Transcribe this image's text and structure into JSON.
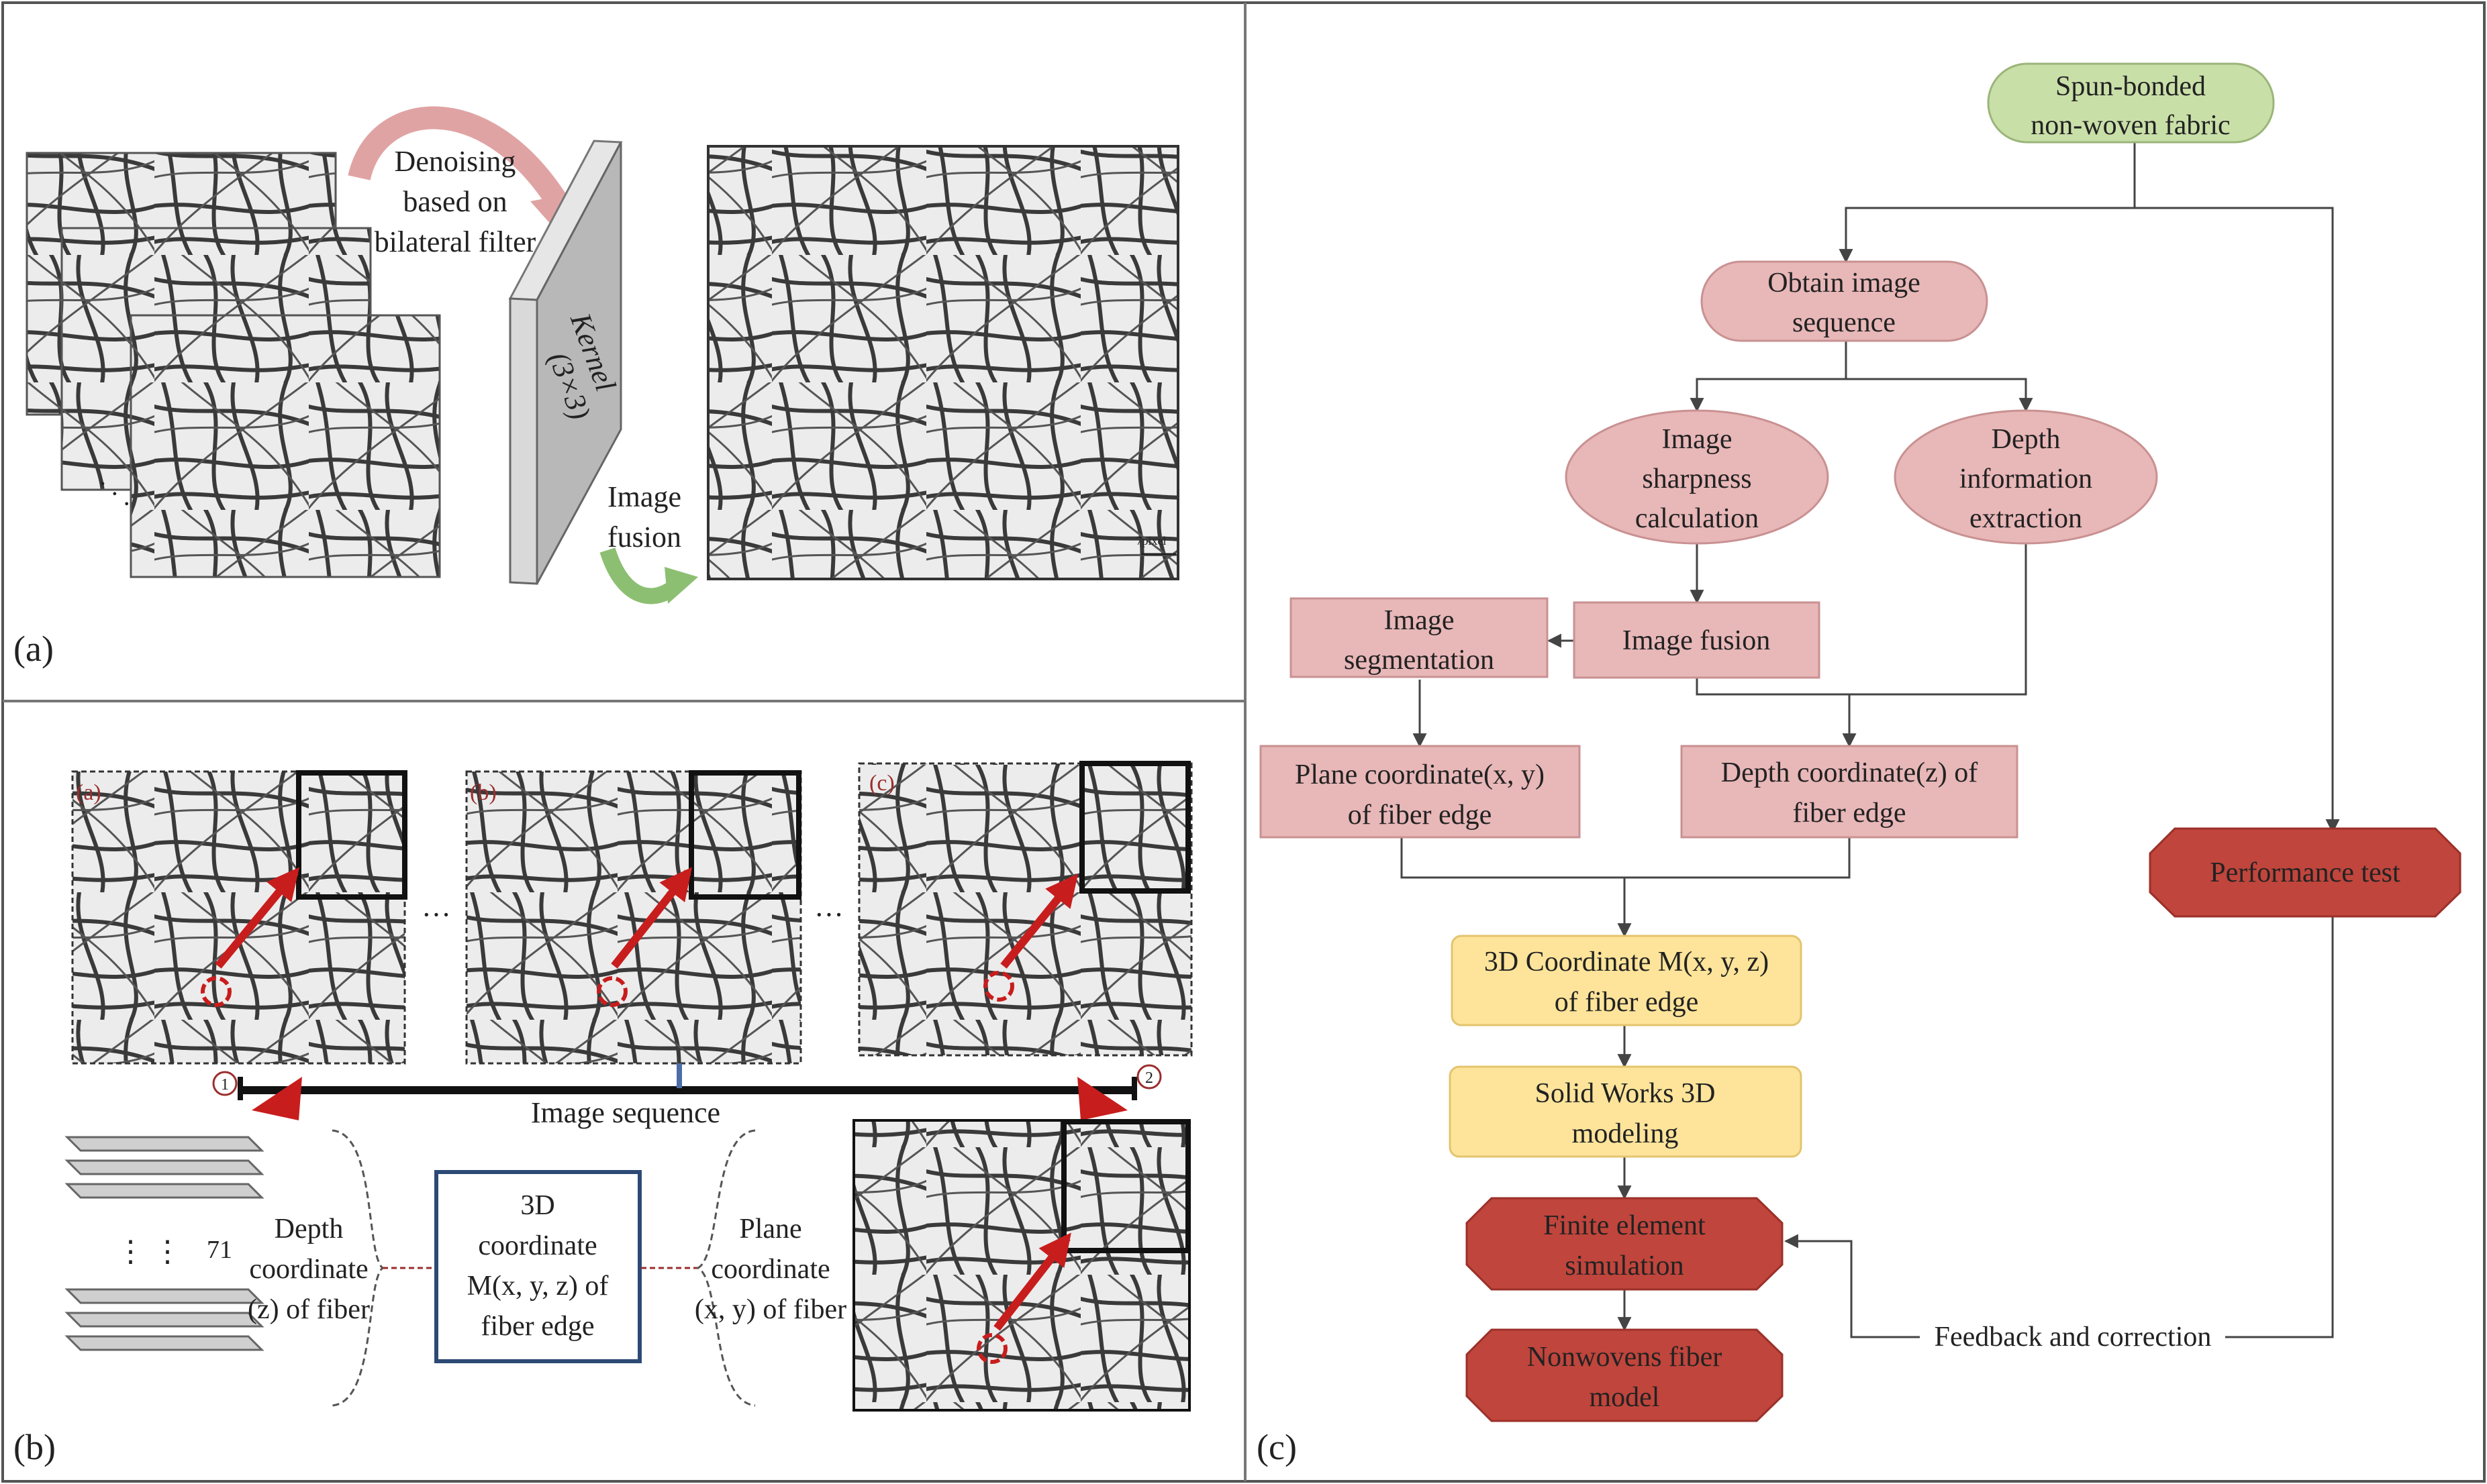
{
  "colors": {
    "green_fill": "#c9dfa8",
    "pink_fill": "#e8b7b8",
    "yellow_fill": "#fde49a",
    "red_fill": "#c0453c",
    "blue_border": "#2c4a74",
    "arrow_red": "#c81d1d",
    "pink_arrow": "#e0a3a3",
    "green_arrow": "#8cbf72"
  },
  "panels": {
    "a_label": "(a)",
    "b_label": "(b)",
    "c_label": "(c)"
  },
  "panel_a": {
    "denoise_line1": "Denoising",
    "denoise_line2": "based on",
    "denoise_line3": "bilateral filter",
    "kernel_line1": "Kernel",
    "kernel_line2": "(3×3)",
    "fusion_line1": "Image",
    "fusion_line2": "fusion",
    "ellipsis": "· · ·",
    "scalebar_text": "7pixel"
  },
  "panel_b": {
    "sub_a": "(a)",
    "sub_b": "(b)",
    "sub_c": "(c)",
    "ellipsis": "···",
    "sequence_label": "Image sequence",
    "marker_1": "1",
    "marker_2": "2",
    "depth_line1": "Depth",
    "depth_line2": "coordinate",
    "depth_line3": "(z) of fiber",
    "stack_count": "71",
    "box_line1": "3D",
    "box_line2": "coordinate",
    "box_line3": "M(x, y, z) of",
    "box_line4": "fiber edge",
    "plane_line1": "Plane",
    "plane_line2": "coordinate",
    "plane_line3": "(x, y) of fiber"
  },
  "flowchart": {
    "spun_line1": "Spun-bonded",
    "spun_line2": "non-woven fabric",
    "obtain_line1": "Obtain image",
    "obtain_line2": "sequence",
    "sharp_line1": "Image",
    "sharp_line2": "sharpness",
    "sharp_line3": "calculation",
    "depthinfo_line1": "Depth",
    "depthinfo_line2": "information",
    "depthinfo_line3": "extraction",
    "seg_line1": "Image",
    "seg_line2": "segmentation",
    "fusion": "Image fusion",
    "plane_line1": "Plane coordinate(x, y)",
    "plane_line2": "of fiber edge",
    "depthc_line1": "Depth coordinate(z) of",
    "depthc_line2": "fiber edge",
    "coord3d_line1": "3D Coordinate M(x, y, z)",
    "coord3d_line2": "of fiber edge",
    "sw_line1": "Solid Works 3D",
    "sw_line2": "modeling",
    "fe_line1": "Finite element",
    "fe_line2": "simulation",
    "nw_line1": "Nonwovens fiber",
    "nw_line2": "model",
    "perf": "Performance test",
    "feedback": "Feedback and correction"
  }
}
